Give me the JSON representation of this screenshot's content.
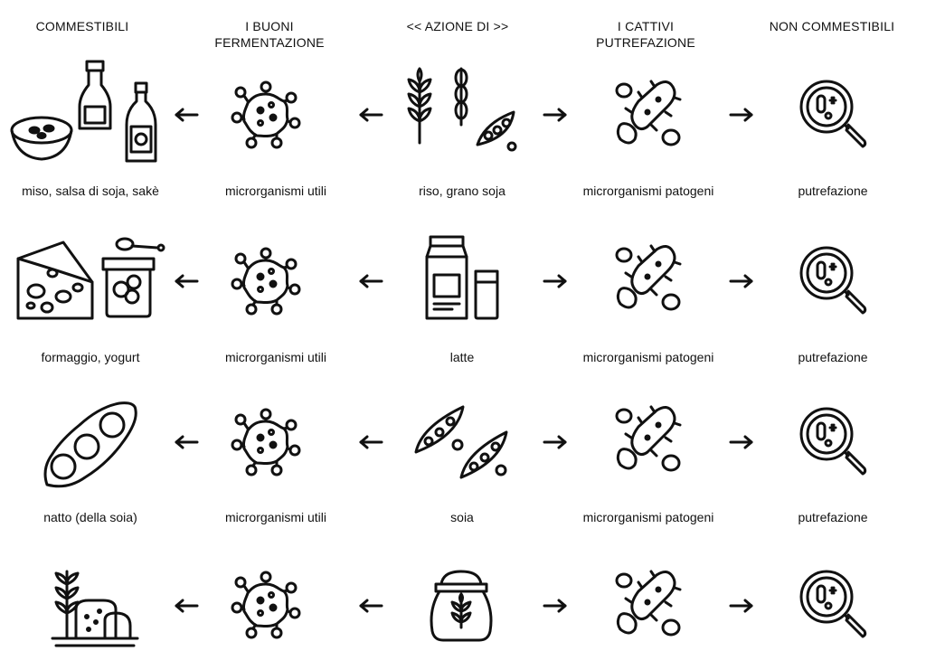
{
  "headers": {
    "edible": "COMMESTIBILI",
    "good": "I BUONI\nFERMENTAZIONE",
    "action": "<< AZIONE DI >>",
    "bad": "I CATTIVI\nPUTREFAZIONE",
    "inedible": "NON COMMESTIBILI"
  },
  "rows": [
    {
      "product": "miso, salsa di soja, sakè",
      "good": "microrganismi utili",
      "source": "riso, grano soja",
      "bad": "microrganismi patogeni",
      "result": "putrefazione",
      "product_icon": "miso-soy-sauce-sake-icon",
      "source_icon": "rice-wheat-soy-icon"
    },
    {
      "product": "formaggio, yogurt",
      "good": "microrganismi utili",
      "source": "latte",
      "bad": "microrganismi patogeni",
      "result": "putrefazione",
      "product_icon": "cheese-yogurt-icon",
      "source_icon": "milk-carton-icon"
    },
    {
      "product": "natto (della soia)",
      "good": "microrganismi utili",
      "source": "soia",
      "bad": "microrganismi patogeni",
      "result": "putrefazione",
      "product_icon": "natto-icon",
      "source_icon": "soybean-pods-icon"
    },
    {
      "product": "",
      "good": "",
      "source": "",
      "bad": "",
      "result": "",
      "product_icon": "bread-wheat-icon",
      "source_icon": "flour-sack-icon"
    }
  ]
}
